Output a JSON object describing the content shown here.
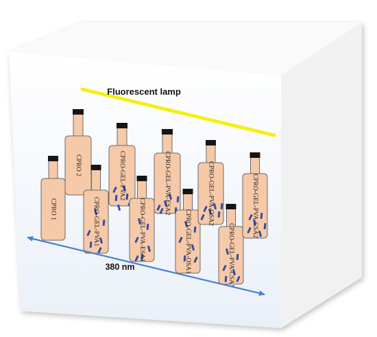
{
  "lamp_label": "Fluorescent lamp",
  "dimension_label": "380 nm",
  "bottles": [
    {
      "label": "CPRO 1"
    },
    {
      "label": "CPRO 2"
    },
    {
      "label": "CPRO-GEL-PVA1"
    },
    {
      "label": "CPRO-GEL-PVA2"
    },
    {
      "label": "CPRO-GEL-PVA-ESA1"
    },
    {
      "label": "CPRO-GEL-PVA-ESA2"
    },
    {
      "label": "CPRO-GEL-PVA-OSA1"
    },
    {
      "label": "CPRO-GEL-PVA-OSA2"
    },
    {
      "label": "CPRO-GEL-PVA-CSA1"
    },
    {
      "label": "CPRO-GEL-PVA-CSA2"
    }
  ],
  "colors": {
    "lamp": "#f5ef12",
    "bottle_fill": "#f6c9a8",
    "bottle_stroke": "#6b6b6b",
    "cap": "#151515",
    "particle": "#2f4fa3",
    "arrow": "#4a7fd0",
    "box_front": "#eef2f8",
    "box_side": "#f4f4f4",
    "box_top": "#f9f9f9"
  }
}
